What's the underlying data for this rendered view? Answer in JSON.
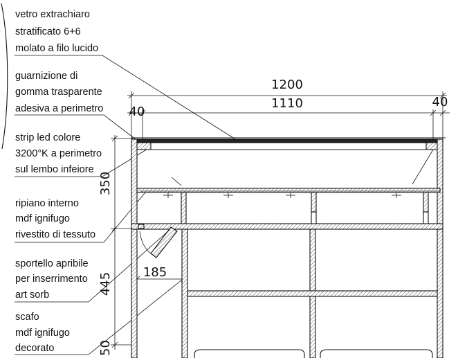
{
  "labels": {
    "glass": [
      "vetro extrachiaro",
      "stratificato 6+6",
      "molato a filo lucido"
    ],
    "gasket": [
      "guarnizione di",
      "gomma trasparente",
      "adesiva a perimetro"
    ],
    "led": [
      "strip led colore",
      "3200°K a perimetro",
      "sul lembo infeiore"
    ],
    "shelf": [
      "ripiano interno",
      "mdf ignifugo",
      "rivestito di tessuto"
    ],
    "door": [
      "sportello apribile",
      "per inserrimento",
      "art sorb"
    ],
    "body": [
      "scafo",
      "mdf ignifugo",
      "decorato"
    ]
  },
  "dimensions": {
    "overall_width": "1200",
    "inner_width": "1110",
    "left_margin": "40",
    "right_margin": "40",
    "upper_height": "350",
    "lower_height": "445",
    "door_width": "185",
    "bottom_partial": "50"
  }
}
